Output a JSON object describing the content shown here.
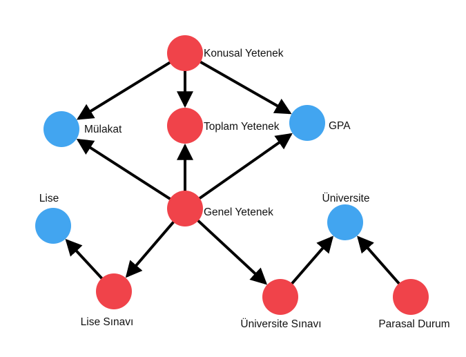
{
  "colors": {
    "red": "#f0434a",
    "blue": "#42a5f0",
    "edge": "#000000",
    "background": "#ffffff"
  },
  "nodes": [
    {
      "id": "konusal",
      "label": "Konusal Yetenek",
      "color": "red"
    },
    {
      "id": "mulakat",
      "label": "Mülakat",
      "color": "blue"
    },
    {
      "id": "toplam",
      "label": "Toplam Yetenek",
      "color": "red"
    },
    {
      "id": "gpa",
      "label": "GPA",
      "color": "blue"
    },
    {
      "id": "genel",
      "label": "Genel Yetenek",
      "color": "red"
    },
    {
      "id": "lise",
      "label": "Lise",
      "color": "blue"
    },
    {
      "id": "universite",
      "label": "Üniversite",
      "color": "blue"
    },
    {
      "id": "lise_sinavi",
      "label": "Lise Sınavı",
      "color": "red"
    },
    {
      "id": "universite_sinavi",
      "label": "Üniversite Sınavı",
      "color": "red"
    },
    {
      "id": "parasal",
      "label": "Parasal Durum",
      "color": "red"
    }
  ],
  "edges": [
    {
      "from": "konusal",
      "to": "mulakat"
    },
    {
      "from": "konusal",
      "to": "toplam"
    },
    {
      "from": "konusal",
      "to": "gpa"
    },
    {
      "from": "genel",
      "to": "mulakat"
    },
    {
      "from": "genel",
      "to": "toplam"
    },
    {
      "from": "genel",
      "to": "gpa"
    },
    {
      "from": "genel",
      "to": "lise_sinavi"
    },
    {
      "from": "genel",
      "to": "universite_sinavi"
    },
    {
      "from": "lise_sinavi",
      "to": "lise"
    },
    {
      "from": "universite_sinavi",
      "to": "universite"
    },
    {
      "from": "parasal",
      "to": "universite"
    }
  ]
}
